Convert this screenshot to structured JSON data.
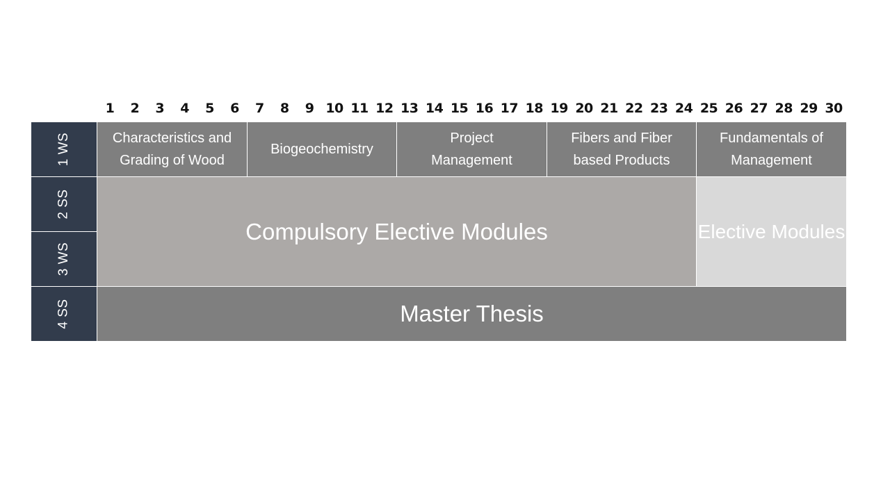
{
  "credits": [
    "1",
    "2",
    "3",
    "4",
    "5",
    "6",
    "7",
    "8",
    "9",
    "10",
    "11",
    "12",
    "13",
    "14",
    "15",
    "16",
    "17",
    "18",
    "19",
    "20",
    "21",
    "22",
    "23",
    "24",
    "25",
    "26",
    "27",
    "28",
    "29",
    "30"
  ],
  "semesters": [
    {
      "label": "1 WS"
    },
    {
      "label": "2 SS"
    },
    {
      "label": "3 WS"
    },
    {
      "label": "4 SS"
    }
  ],
  "modules": {
    "characteristics": "Characteristics and\nGrading of Wood",
    "biogeochemistry": "Biogeochemistry",
    "project_management": "Project\nManagement",
    "fibers": "Fibers and Fiber\nbased Products",
    "fundamentals": "Fundamentals of\nManagement",
    "compulsory": "Compulsory Elective Modules",
    "elective": "Elective Modules",
    "thesis": "Master Thesis"
  },
  "colors": {
    "semester_label": "#323c4c",
    "first_semester_module": "#7f7f7f",
    "compulsory_elective": "#aca9a7",
    "elective": "#d9d9d9",
    "thesis": "#7f7f7f"
  }
}
